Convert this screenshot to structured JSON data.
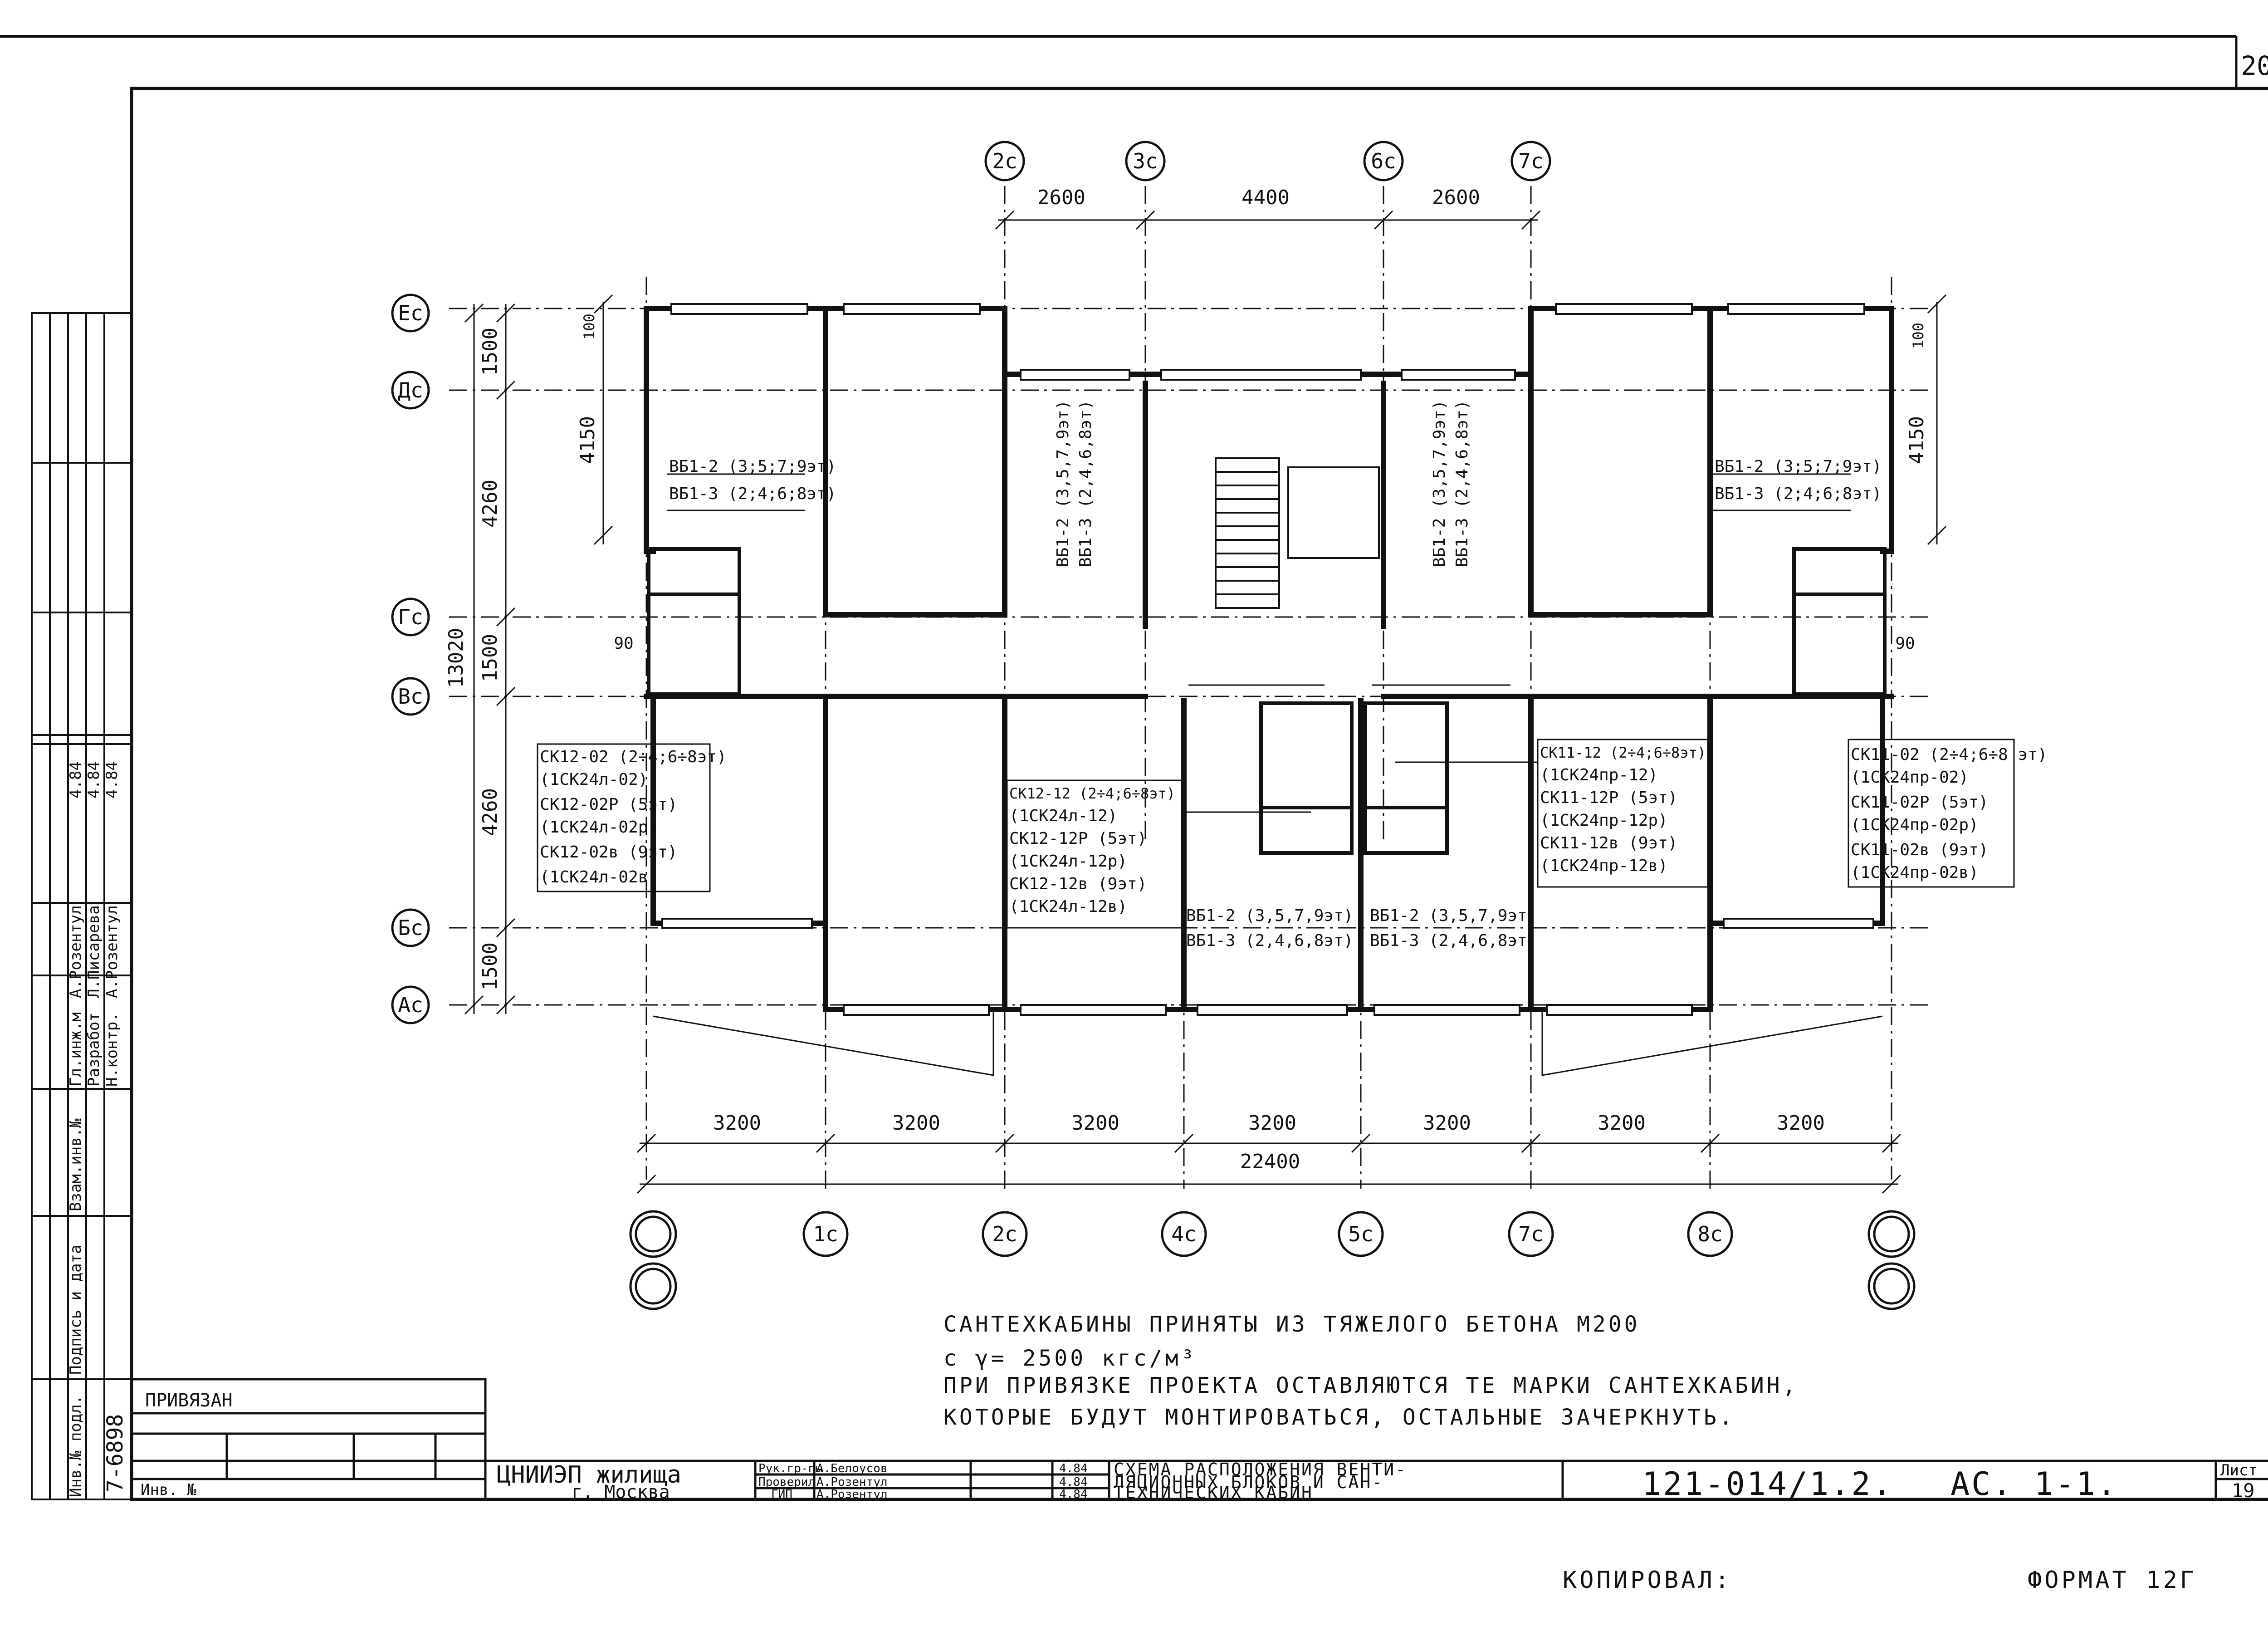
{
  "sheet": {
    "page_corner": "20",
    "copied_by_label": "КОПИРОВАЛ:",
    "format_label": "ФОРМАТ 12Г"
  },
  "axes": {
    "top": [
      "2с",
      "3с",
      "6с",
      "7с"
    ],
    "left": [
      "Ес",
      "Дс",
      "Гс",
      "Вс",
      "Бс",
      "Ас"
    ],
    "bottom": [
      "1с",
      "2с",
      "4с",
      "5с",
      "7с",
      "8с"
    ]
  },
  "dimensions": {
    "top": [
      "2600",
      "4400",
      "2600"
    ],
    "bottom": [
      "3200",
      "3200",
      "3200",
      "3200",
      "3200",
      "3200",
      "3200"
    ],
    "bottom_total": "22400",
    "left": [
      "1500",
      "4260",
      "1500",
      "4260",
      "1500"
    ],
    "left_total": "13020",
    "left_inner": [
      "100",
      "4150"
    ],
    "right_inner": [
      "100",
      "4150"
    ],
    "gap_left": "90",
    "gap_right": "90"
  },
  "vent_blocks": {
    "left_room": [
      "ВБ1-2 (3;5;7;9эт)",
      "ВБ1-3 (2;4;6;8эт)"
    ],
    "right_room": [
      "ВБ1-2 (3;5;7;9эт)",
      "ВБ1-3 (2;4;6;8эт)"
    ],
    "center_left": [
      "ВБ1-2 (3,5,7,9эт)",
      "ВБ1-3 (2,4,6,8эт)"
    ],
    "center_right": [
      "ВБ1-2 (3,5,7,9эт)",
      "ВБ1-3 (2,4,6,8эт)"
    ],
    "lower_left": [
      "ВБ1-2 (3,5,7,9эт)",
      "ВБ1-3 (2,4,6,8эт)"
    ],
    "lower_right": [
      "ВБ1-2 (3,5,7,9эт)",
      "ВБ1-3 (2,4,6,8эт)"
    ]
  },
  "cabins": {
    "left": [
      "СК12-02 (2÷4;6÷8эт)",
      "(1СК24л-02)",
      "СК12-02Р (5эт)",
      "(1СК24л-02р)",
      "СК12-02в (9эт)",
      "(1СК24л-02в)"
    ],
    "center_left": [
      "СК12-12 (2÷4;6÷8эт)",
      "(1СК24л-12)",
      "СК12-12Р (5эт)",
      "(1СК24л-12р)",
      "СК12-12в (9эт)",
      "(1СК24л-12в)"
    ],
    "center_right": [
      "СК11-12 (2÷4;6÷8эт)",
      "(1СК24пр-12)",
      "СК11-12Р (5эт)",
      "(1СК24пр-12р)",
      "СК11-12в (9эт)",
      "(1СК24пр-12в)"
    ],
    "right": [
      "СК11-02 (2÷4;6÷8 эт)",
      "(1СК24пр-02)",
      "СК11-02Р (5эт)",
      "(1СК24пр-02р)",
      "СК11-02в (9эт)",
      "(1СК24пр-02в)"
    ]
  },
  "notes": {
    "line1": "САНТЕХКАБИНЫ ПРИНЯТЫ ИЗ ТЯЖЕЛОГО БЕТОНА М200",
    "line2": "с γ= 2500 кгс/м³",
    "line3": "ПРИ ПРИВЯЗКЕ ПРОЕКТА ОСТАВЛЯЮТСЯ ТЕ МАРКИ САНТЕХКАБИН,",
    "line4": "КОТОРЫЕ БУДУТ МОНТИРОВАТЬСЯ, ОСТАЛЬНЫЕ ЗАЧЕРКНУТЬ."
  },
  "side_stamp": {
    "rows": [
      {
        "role": "Гл.инж.м",
        "name": "А.Розентул",
        "date": "4.84"
      },
      {
        "role": "Разработ",
        "name": "Л.Писарева",
        "date": "4.84"
      },
      {
        "role": "Н.контр.",
        "name": "А.Розентул",
        "date": "4.84"
      }
    ],
    "col_labels": [
      "Инв.№ подл.",
      "Подпись и дата",
      "Взам.инв.№"
    ],
    "inventory_number": "7-6898"
  },
  "title_block": {
    "attached_label": "ПРИВЯЗАН",
    "inv_label": "Инв. №",
    "org_line1": "ЦНИИЭП жилища",
    "org_line2": "г. Москва",
    "rows": [
      {
        "role": "Рук.гр-пы",
        "name": "А.Белоусов",
        "date": "4.84"
      },
      {
        "role": "Проверил",
        "name": "А.Розентул",
        "date": "4.84"
      },
      {
        "role": "ГИП",
        "name": "А.Розентул",
        "date": "4.84"
      }
    ],
    "title_lines": [
      "СХЕМА РАСПОЛОЖЕНИЯ ВЕНТИ-",
      "ЛЯЦИОННЫХ БЛОКОВ И САН-",
      "ТЕХНИЧЕСКИХ КАБИН"
    ],
    "drawing_code": "121-014/1.2.",
    "sheet_code": "АС. 1-1.",
    "sheet_label": "Лист",
    "sheet_number": "19"
  }
}
